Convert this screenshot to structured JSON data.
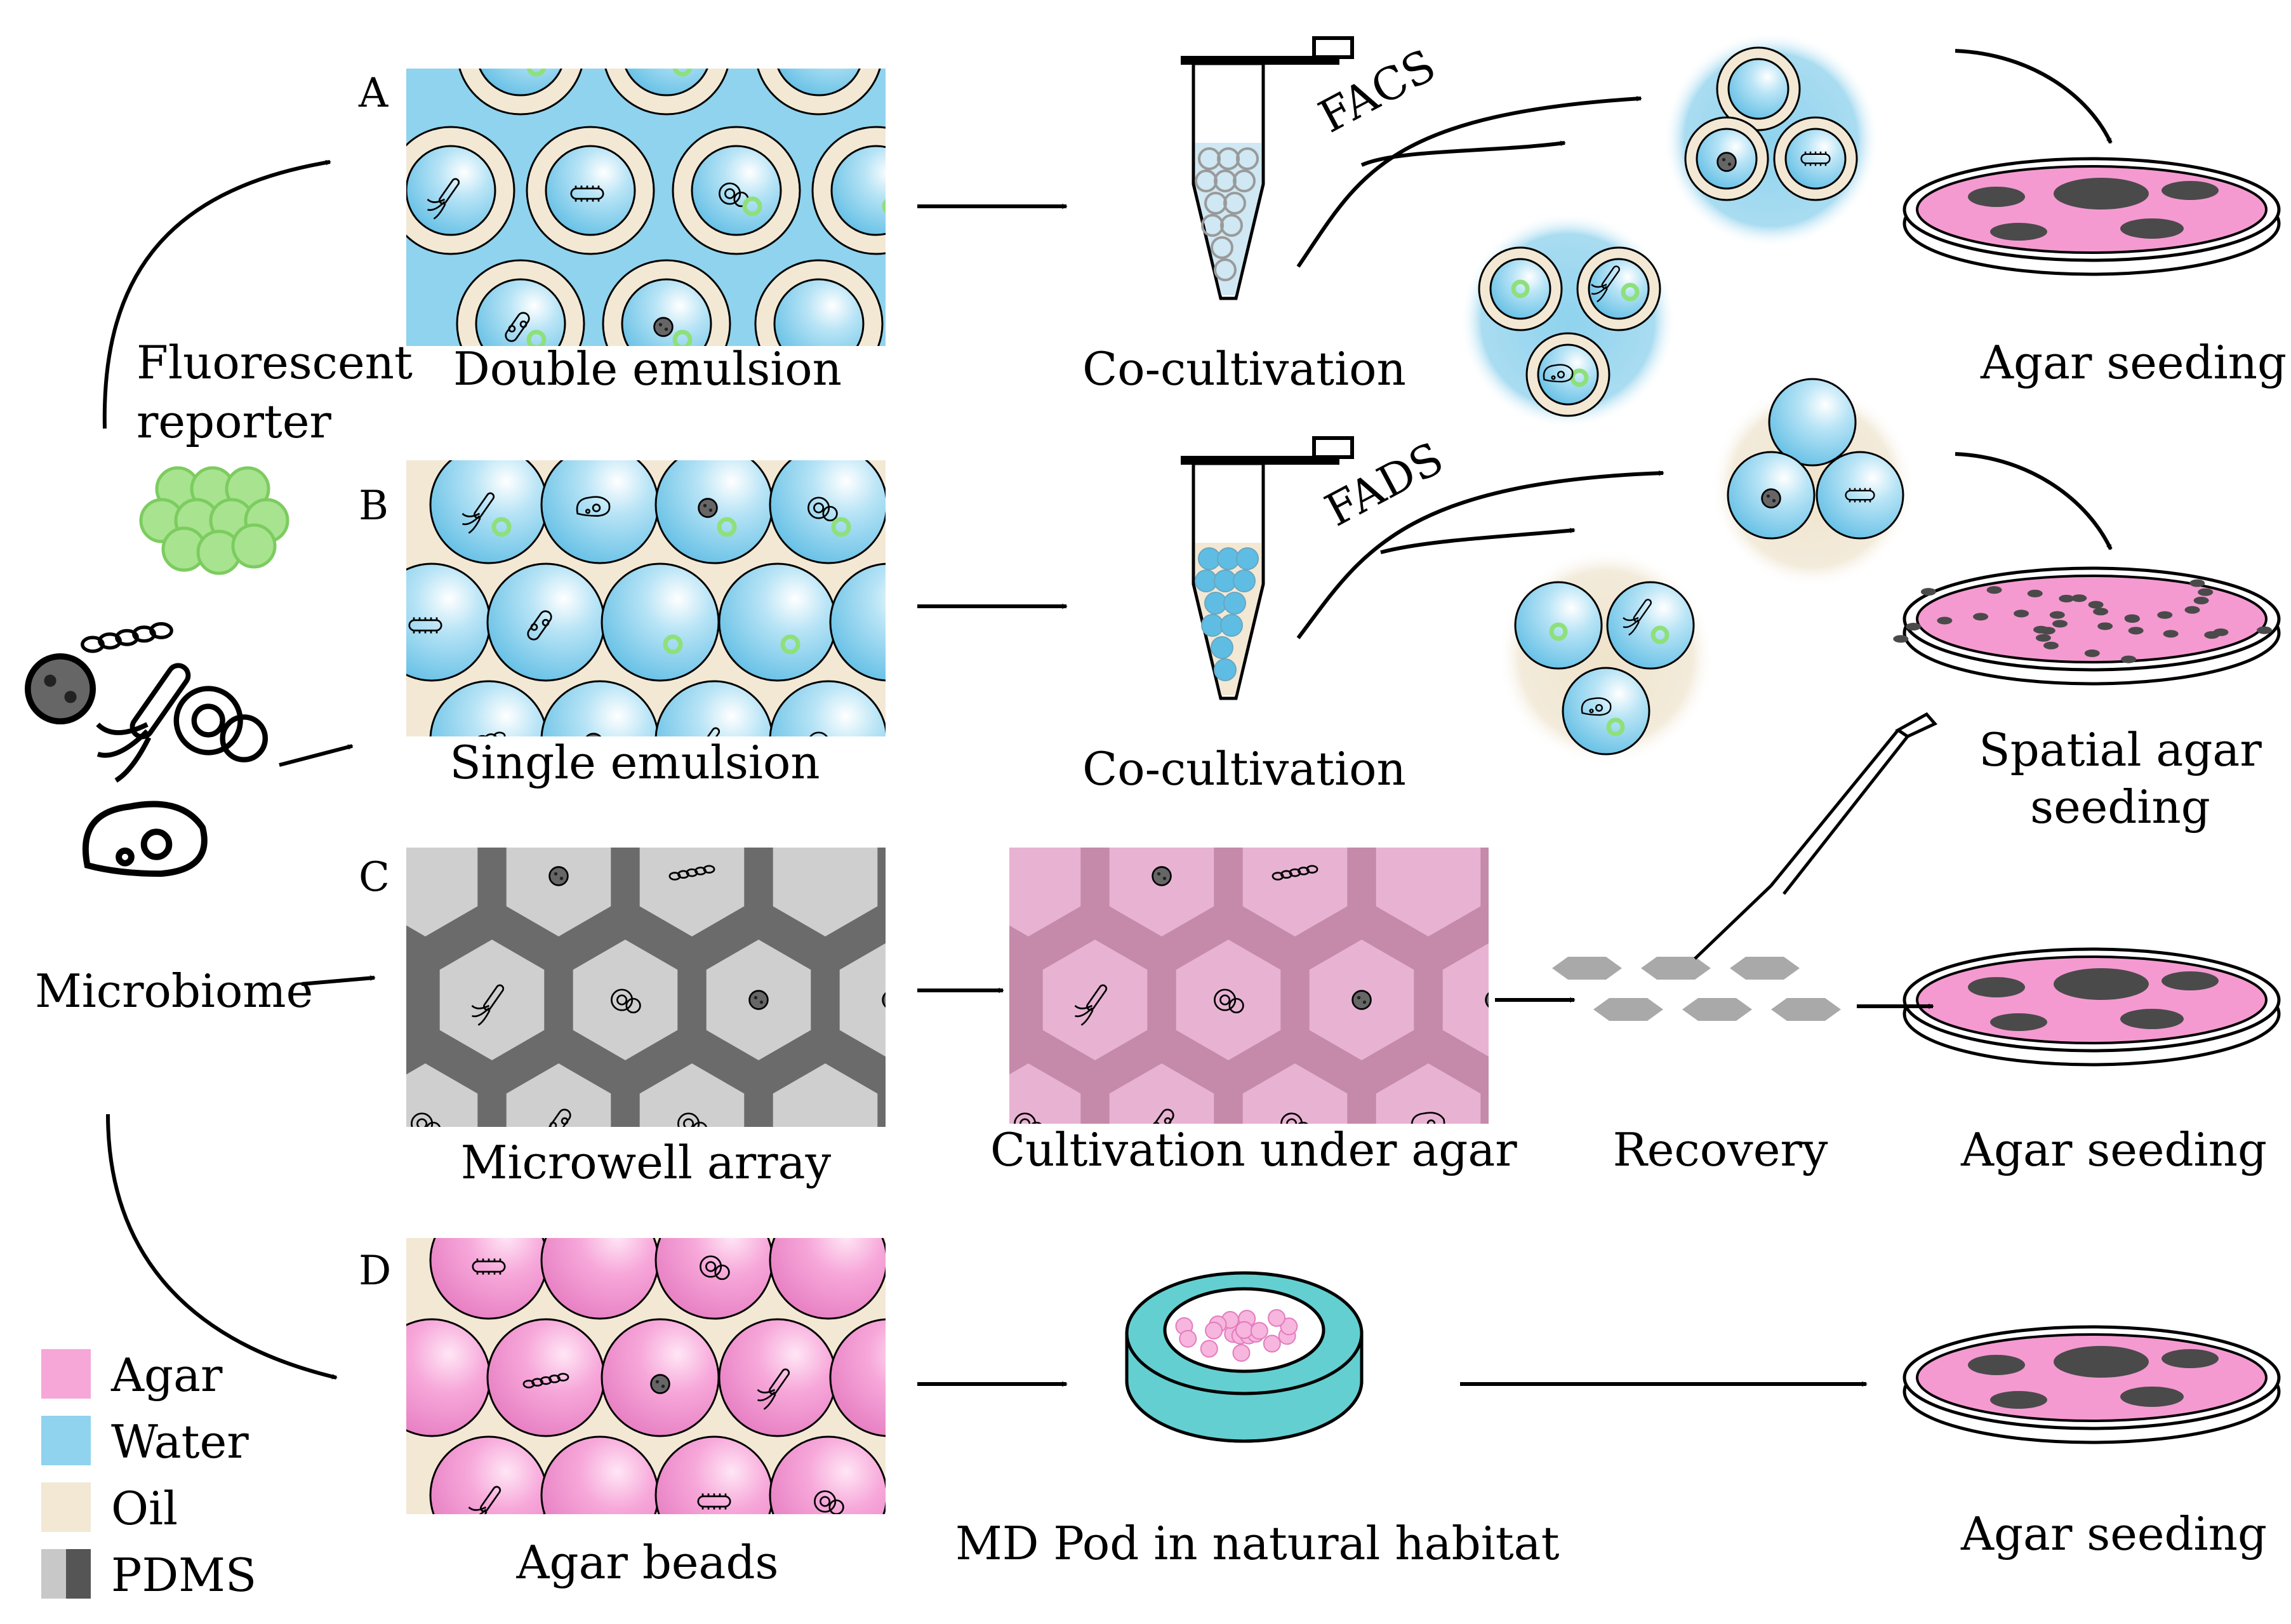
{
  "panels": {
    "A": {
      "letter": "A",
      "caption": "Double emulsion",
      "step2": "Co-cultivation",
      "sort": "FACS",
      "final": "Agar seeding"
    },
    "B": {
      "letter": "B",
      "caption": "Single emulsion",
      "step2": "Co-cultivation",
      "sort": "FADS",
      "final_line1": "Spatial agar",
      "final_line2": "seeding"
    },
    "C": {
      "letter": "C",
      "caption": "Microwell array",
      "step2": "Cultivation under agar",
      "step3": "Recovery",
      "final": "Agar seeding"
    },
    "D": {
      "letter": "D",
      "caption": "Agar beads",
      "step2": "MD  Pod in natural habitat",
      "final": "Agar seeding"
    }
  },
  "sources": {
    "reporter_line1": "Fluorescent",
    "reporter_line2": "reporter",
    "microbiome": "Microbiome"
  },
  "legend": [
    {
      "label": "Agar",
      "color": "#f6a7d8"
    },
    {
      "label": "Water",
      "color": "#8fd3ee"
    },
    {
      "label": "Oil",
      "color": "#f2e8d4"
    },
    {
      "label": "PDMS",
      "color": "#c8c8c8",
      "color2": "#555555"
    }
  ],
  "colors": {
    "water": "#8fd3ee",
    "oil": "#f2e8d4",
    "agar": "#f6a7d8",
    "agar_dark": "#c58aaa",
    "pdms_light": "#cfcfcf",
    "pdms_dark": "#6b6b6b",
    "reporter_green": "#8ee07a",
    "cyan": "#63cfd1"
  }
}
